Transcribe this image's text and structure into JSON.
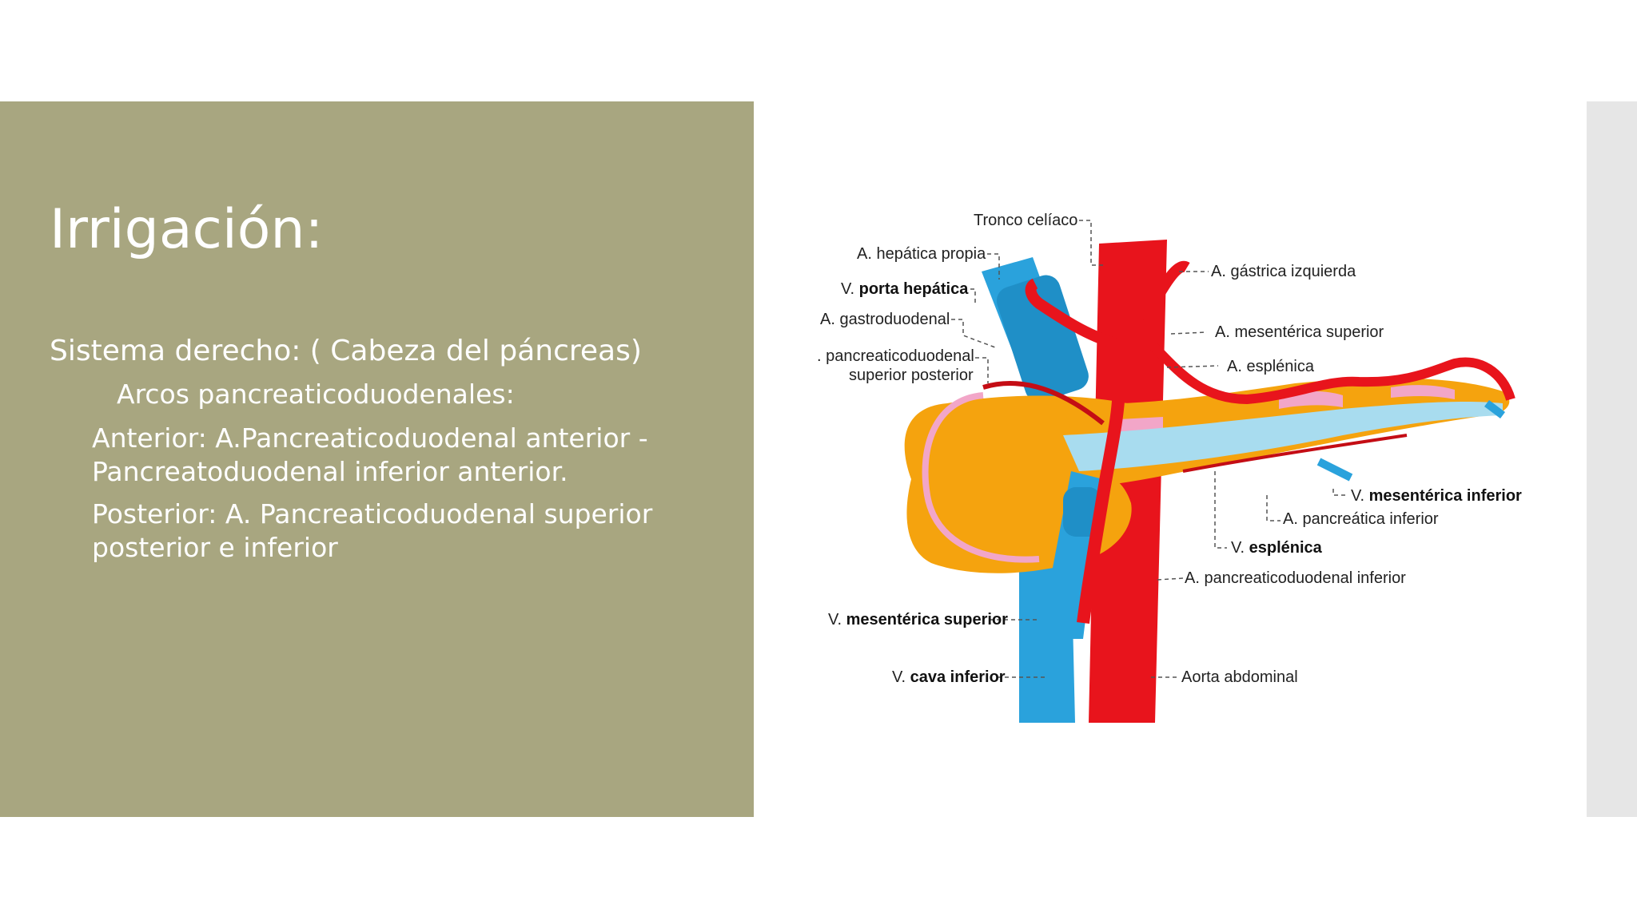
{
  "slide": {
    "title": "Irrigación:",
    "lines": [
      "Sistema derecho: ( Cabeza del páncreas)",
      "Arcos pancreaticoduodenales:",
      "Anterior:  A.Pancreaticoduodenal anterior -",
      "Pancreatoduodenal inferior anterior.",
      "Posterior: A. Pancreaticoduodenal superior",
      "posterior  e inferior"
    ]
  },
  "diagram": {
    "labels": {
      "tronco_celiaco": "Tronco celíaco",
      "hepatica_propia": "A. hepática propia",
      "v_porta_prefix": "V. ",
      "v_porta_bold": "porta hepática",
      "gastroduodenal": "A. gastroduodenal",
      "pancreaticoduodenal_sup_1": ". pancreaticoduodenal",
      "pancreaticoduodenal_sup_2": "superior posterior",
      "gastrica_izquierda": "A. gástrica izquierda",
      "mesenterica_superior_a": "A. mesentérica superior",
      "esplenica_a": "A. esplénica",
      "v_mes_inf_prefix": "V. ",
      "v_mes_inf_bold": "mesentérica inferior",
      "pancreatica_inferior": "A. pancreática inferior",
      "v_esplenica_prefix": "V. ",
      "v_esplenica_bold": "esplénica",
      "pancreaticoduodenal_inferior": "A. pancreaticoduodenal inferior",
      "v_mes_sup_prefix": "V. ",
      "v_mes_sup_bold": "mesentérica superior",
      "v_cava_prefix": "V. ",
      "v_cava_bold": "cava inferior",
      "aorta": "Aorta abdominal"
    },
    "colors": {
      "artery": "#e8141c",
      "vein": "#2aa2dc",
      "pancreas": "#f5a30e",
      "duct": "#a8dcef",
      "pink": "#f2a6c8",
      "panel": "#a8a680"
    }
  }
}
